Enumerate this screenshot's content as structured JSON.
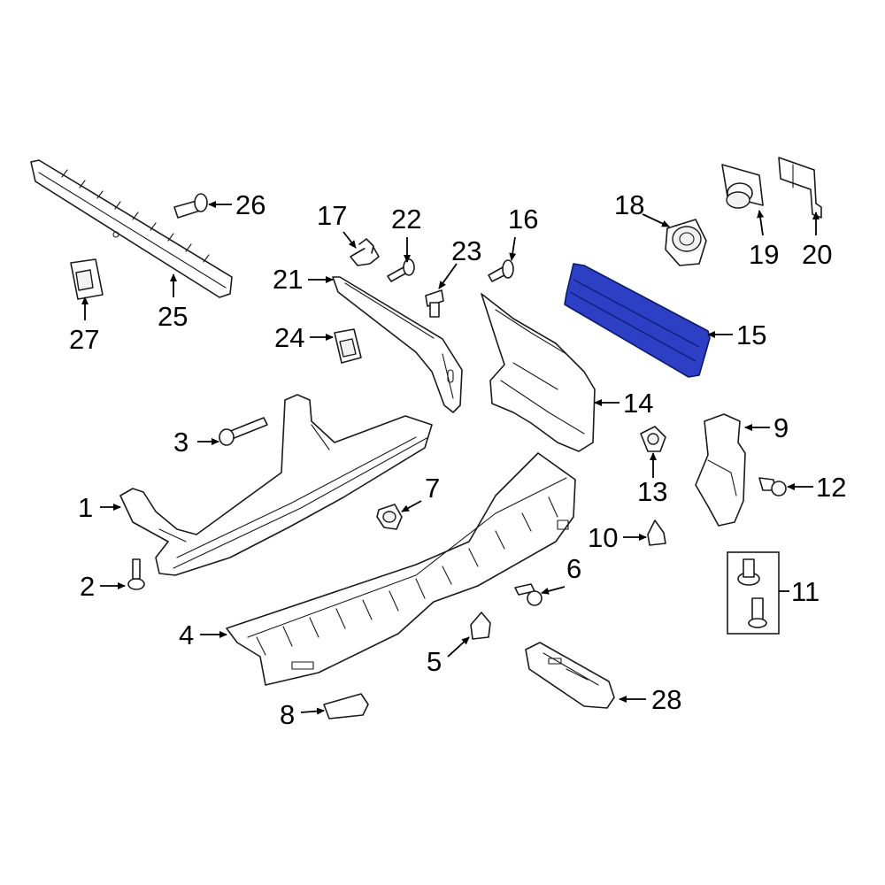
{
  "highlight_color": "#2d3fc4",
  "callouts": [
    "1",
    "2",
    "3",
    "4",
    "5",
    "6",
    "7",
    "8",
    "9",
    "10",
    "11",
    "12",
    "13",
    "14",
    "15",
    "16",
    "17",
    "18",
    "19",
    "20",
    "21",
    "22",
    "23",
    "24",
    "25",
    "26",
    "27",
    "28"
  ]
}
